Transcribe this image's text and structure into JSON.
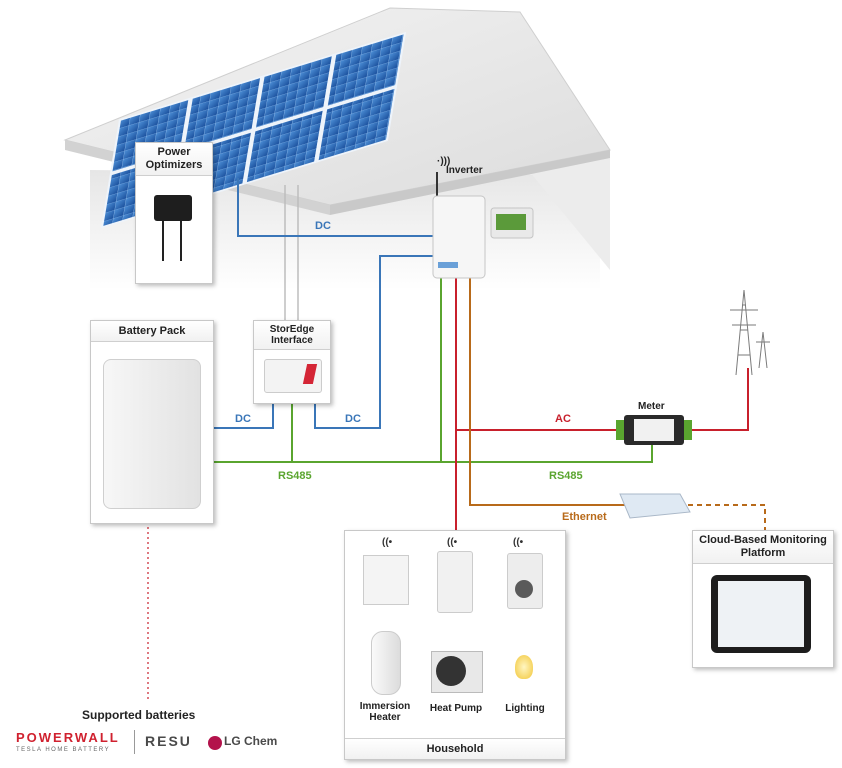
{
  "components": {
    "power_optimizers": "Power Optimizers",
    "inverter": "Inverter",
    "battery_pack": "Battery Pack",
    "storedge": "StorEdge Interface",
    "meter": "Meter",
    "cloud": "Cloud-Based Monitoring Platform",
    "household": "Household"
  },
  "appliances": [
    {
      "label": "Immersion Heater"
    },
    {
      "label": "Heat Pump"
    },
    {
      "label": "Lighting"
    }
  ],
  "connections": {
    "dc_optimizer": "DC",
    "dc_battery": "DC",
    "dc_storedge": "DC",
    "ac": "AC",
    "rs485_left": "RS485",
    "rs485_right": "RS485",
    "ethernet": "Ethernet"
  },
  "supported": {
    "heading": "Supported batteries",
    "powerwall": "POWERWALL",
    "powerwall_sub": "TESLA HOME BATTERY",
    "resu": "RESU",
    "lgchem": "LG Chem"
  },
  "colors": {
    "dc": "#3a76b8",
    "rs485": "#5aa52f",
    "ac": "#c8202c",
    "ethernet": "#b86a1a",
    "panel": "#1f5fb0"
  },
  "icons": [
    "wifi-icon",
    "solar-panel-icon",
    "pylon-icon",
    "tablet-icon",
    "router-icon",
    "lightbulb-icon",
    "water-heater-icon",
    "heat-pump-icon"
  ]
}
